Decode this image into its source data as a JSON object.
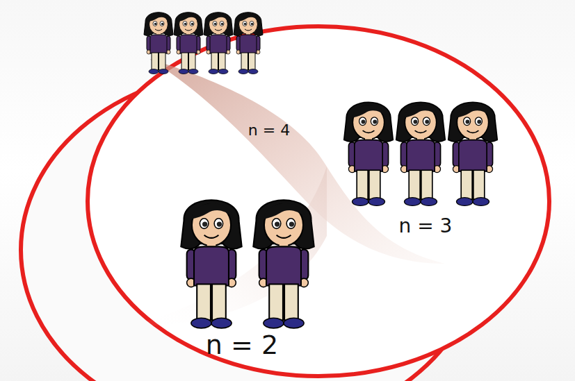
{
  "diagram": {
    "labels": [
      "n = 4",
      "n = 3",
      "n = 2"
    ]
  }
}
